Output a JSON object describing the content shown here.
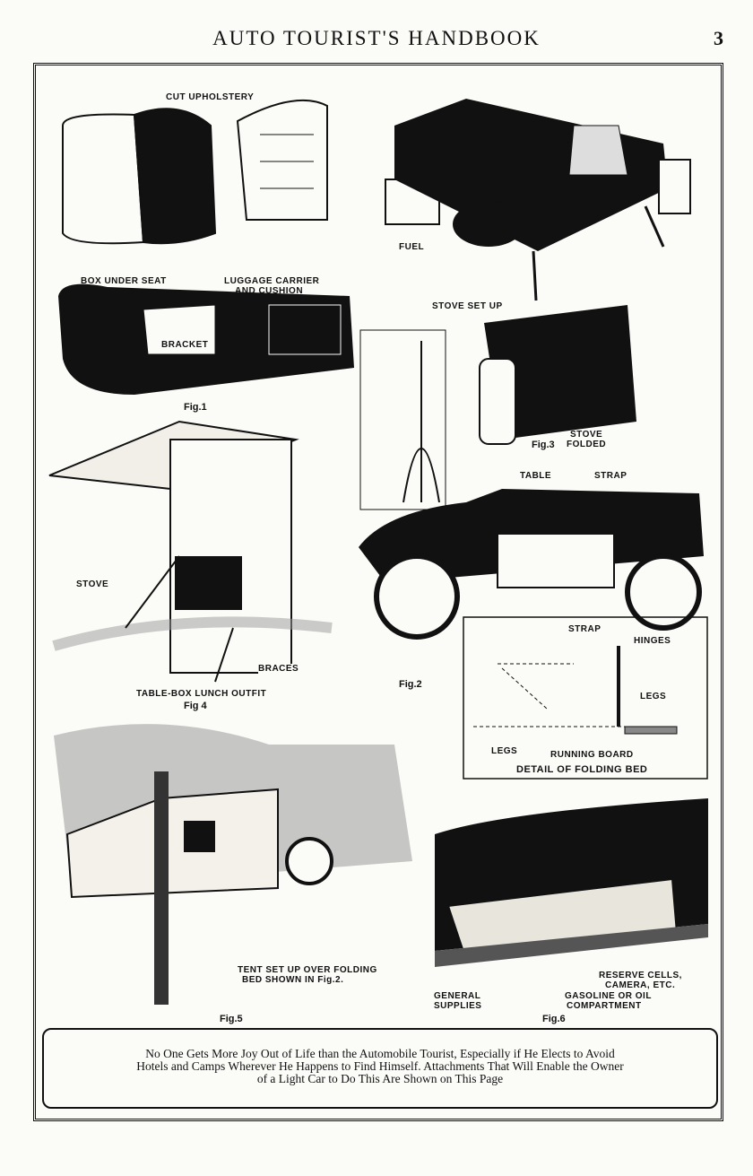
{
  "header": {
    "title": "AUTO TOURIST'S HANDBOOK",
    "page_number": "3"
  },
  "fig1": {
    "cut_upholstery": "CUT UPHOLSTERY",
    "box_under_seat": "BOX UNDER SEAT",
    "luggage_carrier": "LUGGAGE CARRIER",
    "and_cushion": "AND CUSHION",
    "bracket": "BRACKET",
    "label": "Fig.1"
  },
  "fig3": {
    "fuel": "FUEL",
    "stove_set_up": "STOVE SET UP",
    "stove": "STOVE",
    "folded": "FOLDED",
    "label": "Fig.3"
  },
  "fig2": {
    "table": "TABLE",
    "strap": "STRAP",
    "label": "Fig.2",
    "detail": {
      "strap": "STRAP",
      "hinges": "HINGES",
      "legs_right": "LEGS",
      "legs_left": "LEGS",
      "running_board": "RUNNING BOARD",
      "title": "DETAIL OF FOLDING BED"
    }
  },
  "fig4": {
    "stove": "STOVE",
    "braces": "BRACES",
    "title": "TABLE-BOX LUNCH OUTFIT",
    "label": "Fig 4"
  },
  "fig5": {
    "line1": "TENT SET UP OVER FOLDING",
    "line2": "BED SHOWN IN Fig.2.",
    "label": "Fig.5"
  },
  "fig6": {
    "general": "GENERAL",
    "supplies": "SUPPLIES",
    "reserve": "RESERVE CELLS,",
    "camera": "CAMERA, ETC.",
    "gasoline": "GASOLINE OR OIL",
    "compartment": "COMPARTMENT",
    "label": "Fig.6"
  },
  "caption": {
    "line1": "No One Gets More Joy Out of Life than the Automobile Tourist, Especially if He Elects to Avoid",
    "line2": "Hotels and Camps Wherever He Happens to Find Himself.  Attachments That Will Enable the Owner",
    "line3": "of a Light Car to Do This Are Shown on This Page"
  }
}
